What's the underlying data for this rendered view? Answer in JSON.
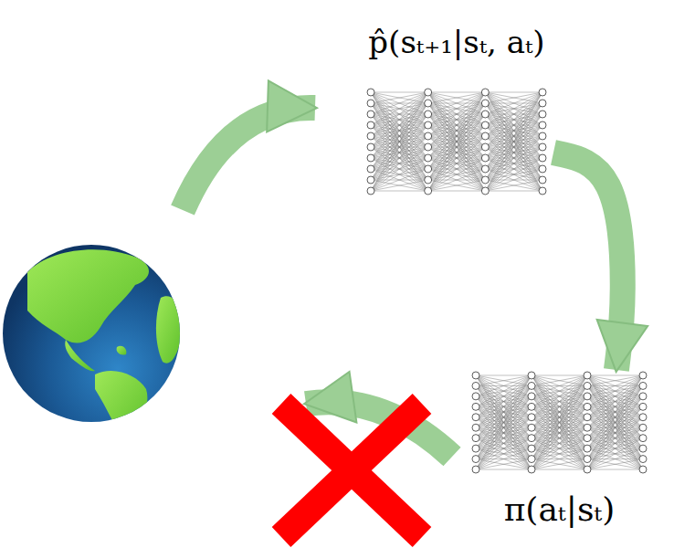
{
  "diagram": {
    "nodes": [
      {
        "text": [
          "p̂(sₜ₊₁|sₜ, aₜ)"
        ]
      },
      {
        "text": [
          "π(aₜ|sₜ)"
        ]
      }
    ],
    "edges": [
      {
        "from": 0,
        "to": 1,
        "arrow": "to"
      }
    ]
  }
}
